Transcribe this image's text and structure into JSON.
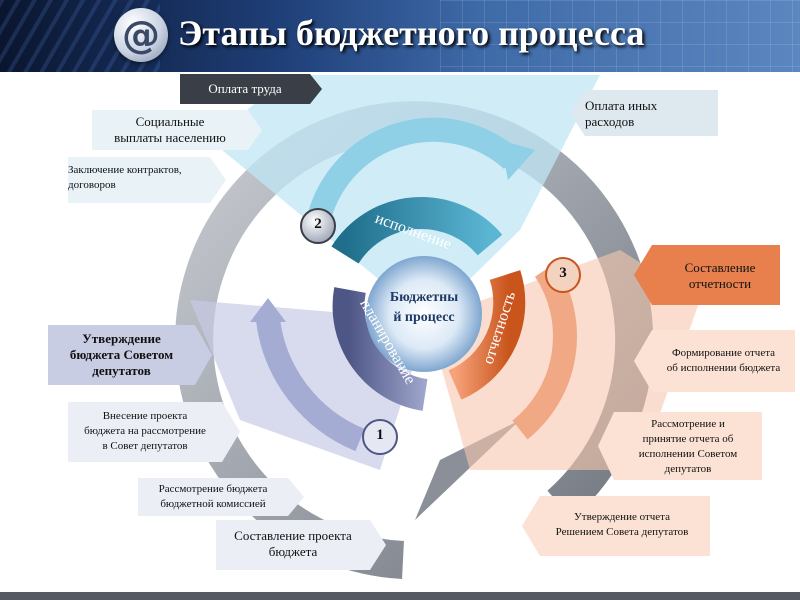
{
  "title": "Этапы бюджетного процесса",
  "logo": {
    "symbol": "@"
  },
  "center": {
    "line1": "Бюджетны",
    "line2": "й процесс"
  },
  "stages": [
    {
      "number": "1",
      "name": "планирование",
      "color": "#6f7aa6"
    },
    {
      "number": "2",
      "name": "исполнение",
      "color": "#2c8fa8"
    },
    {
      "number": "3",
      "name": "отчетность",
      "color": "#d46a2e"
    }
  ],
  "execution_items": [
    {
      "line1": "Оплата труда",
      "line2": ""
    },
    {
      "line1": "Социальные",
      "line2": "выплаты населению"
    },
    {
      "line1": "Заключение контрактов,",
      "line2": "договоров"
    },
    {
      "line1": "Оплата иных",
      "line2": "расходов"
    }
  ],
  "planning_items": [
    {
      "line1": "Утверждение",
      "line2": "бюджета Советом",
      "line3": "депутатов"
    },
    {
      "line1": "Внесение проекта",
      "line2": "бюджета на рассмотрение",
      "line3": "в Совет депутатов"
    },
    {
      "line1": "Рассмотрение бюджета",
      "line2": "бюджетной комиссией",
      "line3": ""
    },
    {
      "line1": "Составление проекта",
      "line2": "бюджета",
      "line3": ""
    }
  ],
  "reporting_items": [
    {
      "line1": "Составление",
      "line2": "отчетности",
      "line3": "",
      "line4": ""
    },
    {
      "line1": "Формирование отчета",
      "line2": "об исполнении бюджета",
      "line3": "",
      "line4": ""
    },
    {
      "line1": "Рассмотрение и",
      "line2": "принятие отчета об",
      "line3": "исполнении Советом",
      "line4": "депутатов"
    },
    {
      "line1": "Утверждение отчета",
      "line2": "Решением Совета депутатов",
      "line3": "",
      "line4": ""
    }
  ]
}
